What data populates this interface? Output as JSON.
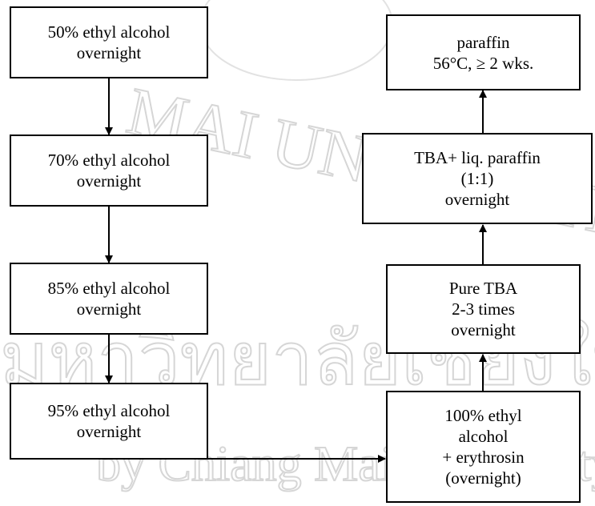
{
  "steps": {
    "s50": {
      "lines": [
        "50% ethyl alcohol",
        "overnight"
      ]
    },
    "s70": {
      "lines": [
        "70% ethyl alcohol",
        "overnight"
      ]
    },
    "s85": {
      "lines": [
        "85% ethyl alcohol",
        "overnight"
      ]
    },
    "s95": {
      "lines": [
        "95% ethyl alcohol",
        "overnight"
      ]
    },
    "s100": {
      "lines": [
        "100% ethyl",
        "alcohol",
        "+ erythrosin",
        "(overnight)"
      ]
    },
    "tba": {
      "lines": [
        "Pure TBA",
        "2-3 times",
        "overnight"
      ]
    },
    "tbaliq": {
      "lines": [
        "TBA+ liq. paraffin",
        "(1:1)",
        "overnight"
      ]
    },
    "paraffin": {
      "lines": [
        "paraffin",
        "56°C, ≥ 2 wks."
      ]
    }
  },
  "watermark": {
    "line1": "MAI UNIVERSITY",
    "line2": "มหาวิทยาลัยเชียงใหม่",
    "line3": "by Chiang Mai University"
  },
  "colors": {
    "border": "#000000",
    "watermark": "#d6d6d6"
  }
}
